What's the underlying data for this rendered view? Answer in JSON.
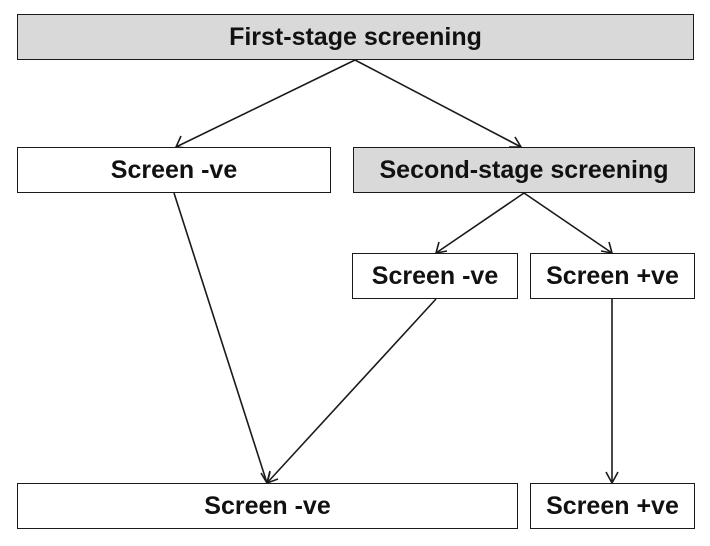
{
  "diagram": {
    "nodes": {
      "first_stage": "First-stage screening",
      "screen_neg_1": "Screen -ve",
      "second_stage": "Second-stage screening",
      "screen_neg_2": "Screen -ve",
      "screen_pos_2": "Screen +ve",
      "final_neg": "Screen -ve",
      "final_pos": "Screen +ve"
    },
    "edges": [
      {
        "from": "first_stage",
        "to": "screen_neg_1"
      },
      {
        "from": "first_stage",
        "to": "second_stage"
      },
      {
        "from": "second_stage",
        "to": "screen_neg_2"
      },
      {
        "from": "second_stage",
        "to": "screen_pos_2"
      },
      {
        "from": "screen_neg_1",
        "to": "final_neg"
      },
      {
        "from": "screen_neg_2",
        "to": "final_neg"
      },
      {
        "from": "screen_pos_2",
        "to": "final_pos"
      }
    ],
    "colors": {
      "stage_fill": "#d9d9d9",
      "outcome_fill": "#ffffff",
      "line": "#1a1a1a"
    }
  }
}
